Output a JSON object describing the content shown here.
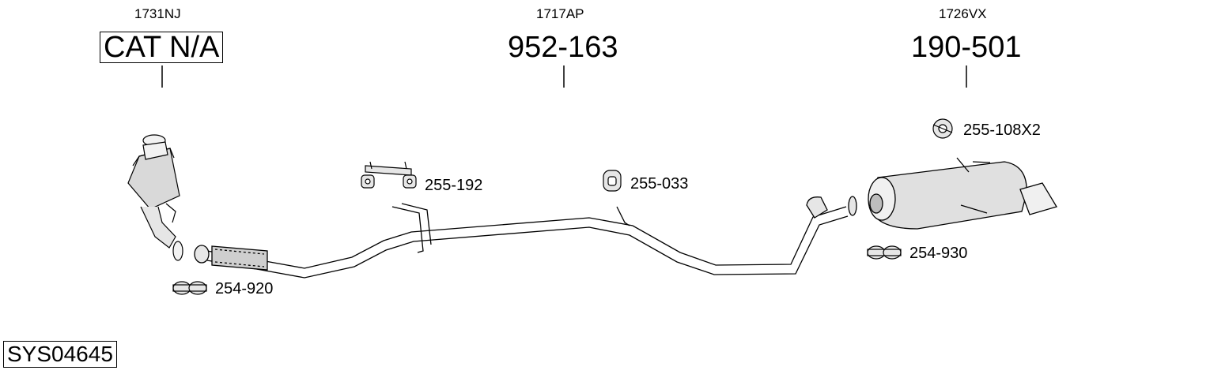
{
  "parts": [
    {
      "oe_ref": "1731NJ",
      "part_no": "CAT N/A"
    },
    {
      "oe_ref": "1717AP",
      "part_no": "952-163"
    },
    {
      "oe_ref": "1726VX",
      "part_no": "190-501"
    }
  ],
  "accessories": [
    {
      "part_no": "254-920"
    },
    {
      "part_no": "255-192"
    },
    {
      "part_no": "255-033"
    },
    {
      "part_no": "255-108X2"
    },
    {
      "part_no": "254-930"
    }
  ],
  "system_id": "SYS04645"
}
